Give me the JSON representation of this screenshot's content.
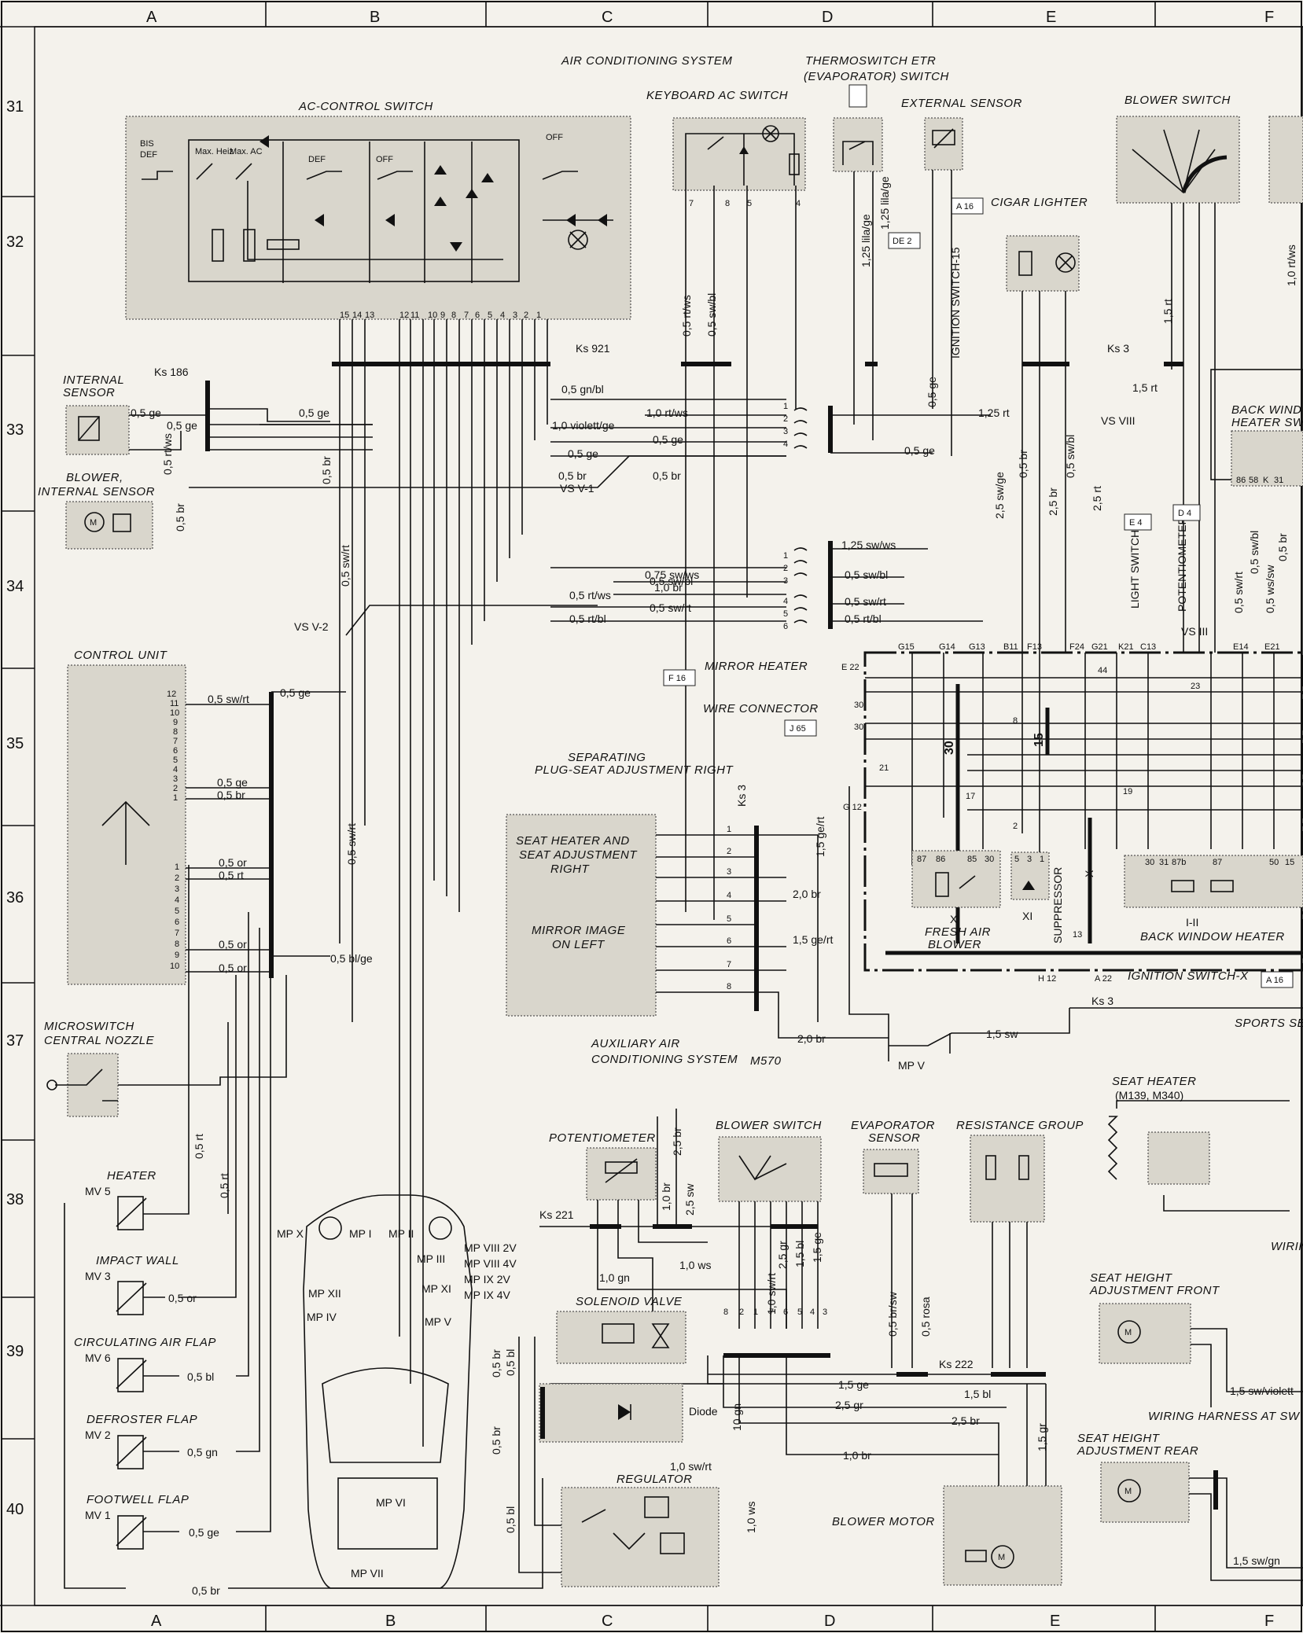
{
  "grid": {
    "columns": [
      "A",
      "B",
      "C",
      "D",
      "E",
      "F"
    ],
    "rows": [
      "31",
      "32",
      "33",
      "34",
      "35",
      "36",
      "37",
      "38",
      "39",
      "40"
    ]
  },
  "labels": {
    "air_conditioning_system": "AIR CONDITIONING SYSTEM",
    "thermoswitch": "THERMOSWITCH ETR",
    "evaporator_switch": "(EVAPORATOR) SWITCH",
    "ac_control_switch": "AC-CONTROL SWITCH",
    "keyboard_ac_switch": "KEYBOARD AC SWITCH",
    "external_sensor": "EXTERNAL SENSOR",
    "blower_switch_top": "BLOWER SWITCH",
    "cigar_lighter": "CIGAR LIGHTER",
    "internal_sensor_1": "INTERNAL",
    "internal_sensor_2": "SENSOR",
    "blower_internal_1": "BLOWER,",
    "blower_internal_2": "INTERNAL SENSOR",
    "control_unit": "CONTROL UNIT",
    "microswitch_1": "MICROSWITCH",
    "microswitch_2": "CENTRAL NOZZLE",
    "heater": "HEATER",
    "impact_wall": "IMPACT WALL",
    "circulating_air_flap": "CIRCULATING AIR FLAP",
    "defroster_flap": "DEFROSTER FLAP",
    "footwell_flap": "FOOTWELL FLAP",
    "mirror_heater": "MIRROR HEATER",
    "wire_connector": "WIRE CONNECTOR",
    "separating_1": "SEPARATING",
    "separating_2": "PLUG-SEAT ADJUSTMENT RIGHT",
    "seat_heater_1": "SEAT HEATER AND",
    "seat_heater_2": "SEAT ADJUSTMENT",
    "seat_heater_3": "RIGHT",
    "mirror_image_1": "MIRROR IMAGE",
    "mirror_image_2": "ON LEFT",
    "aux_ac_1": "AUXILIARY AIR",
    "aux_ac_2": "CONDITIONING SYSTEM",
    "aux_ac_code": "M570",
    "potentiometer": "POTENTIOMETER",
    "blower_switch_aux": "BLOWER SWITCH",
    "evaporator_1": "EVAPORATOR",
    "evaporator_2": "SENSOR",
    "resistance_group": "RESISTANCE GROUP",
    "solenoid_valve": "SOLENOID VALVE",
    "diode": "Diode",
    "regulator": "REGULATOR",
    "blower_motor": "BLOWER MOTOR",
    "seat_heater_m": "SEAT HEATER",
    "seat_heater_m_code": "(M139, M340)",
    "seat_height_front_1": "SEAT HEIGHT",
    "seat_height_front_2": "ADJUSTMENT FRONT",
    "seat_height_rear_1": "SEAT HEIGHT",
    "seat_height_rear_2": "ADJUSTMENT REAR",
    "wiring_harness": "WIRING HARNESS AT SW",
    "wirin": "WIRIN",
    "sports_se": "SPORTS SE",
    "ignition_switch_15": "IGNITION SWITCH-15",
    "ignition_switch_x": "IGNITION SWITCH-X",
    "light_switch": "LIGHT SWITCH",
    "potentiometer_v": "POTENTIOMETER",
    "fresh_air_1": "FRESH AIR",
    "fresh_air_2": "BLOWER",
    "back_window_heater": "BACK WINDOW HEATER",
    "back_wind_1": "BACK WIND",
    "back_wind_2": "HEATER SW",
    "suppressor": "SUPPRESSOR",
    "x_label": "X",
    "xi_label": "XI",
    "i_ii": "I-II"
  },
  "tags": {
    "a16_top": "A 16",
    "de2": "DE 2",
    "e4": "E 4",
    "d4": "D 4",
    "f16": "F 16",
    "j65": "J 65",
    "a16_bottom": "A 16"
  },
  "connectors": {
    "ks921": "Ks 921",
    "ks186": "Ks 186",
    "ks3_top": "Ks 3",
    "ks3_mid": "Ks 3",
    "ks3_v": "Ks 3",
    "ks221": "Ks 221",
    "ks222": "Ks 222",
    "vs_viii": "VS VIII",
    "vs_v1": "VS V-1",
    "vs_v2": "VS V-2",
    "vs_iii": "VS III",
    "mpv": "MP V"
  },
  "wires": {
    "w_05gnbl": "0,5 gn/bl",
    "w_10rtws": "1,0 rt/ws",
    "w_10violett": "1,0 violett/ge",
    "w_05ge_a": "0,5 ge",
    "w_05ge_b": "0,5 ge",
    "w_05br_a": "0,5 br",
    "w_05br_b": "0,5 br",
    "w_05ge_int1": "0,5 ge",
    "w_05ge_int2": "0,5 ge",
    "w_05ge_int3": "0,5 ge",
    "w_05rtws": "0,5 rt/ws",
    "w_05br_v": "0,5 br",
    "w_05br_int": "0,5 br",
    "w_05swrt_v": "0,5 sw/rt",
    "w_075swws": "0,75 sw/ws",
    "w_10br": "1,0 br",
    "w_05swbl": "0,5 sw/bl",
    "w_05rtws_b": "0,5 rt/ws",
    "w_05swrt_b": "0,5 sw/rt",
    "w_05rtbl": "0,5 rt/bl",
    "w_125swws": "1,25 sw/ws",
    "w_05swbl_b": "0,5 sw/bl",
    "w_05swrt_c": "0,5 sw/rt",
    "w_05rtbl_b": "0,5 rt/bl",
    "w_05rtws_v": "0,5 rt/ws",
    "w_05swbl_v": "0,5 sw/bl",
    "w_125lila": "1,25 lila/ge",
    "w_125lilage": "1,25 lila/ge",
    "w_125rt": "1,25 rt",
    "w_15rt": "1,5 rt",
    "w_15rt_v": "1,5 rt",
    "w_25swge": "2,5 sw/ge",
    "w_25br": "2,5 br",
    "w_05br_e": "0,5 br",
    "w_05swbl_e": "0,5 sw/bl",
    "w_25rt": "2,5 rt",
    "w_10rtws_f": "1,0 rt/ws",
    "w_05ge_cu": "0,5 ge",
    "w_05swrt_cu": "0,5 sw/rt",
    "w_05ge_cu2": "0,5 ge",
    "w_05br_cu": "0,5 br",
    "w_05or_a": "0,5 or",
    "w_05rt_cu": "0,5 rt",
    "w_05or_b": "0,5 or",
    "w_05blge": "0,5 bl/ge",
    "w_05or_c": "0,5 or",
    "w_05swrt_mid": "0,5 sw/rt",
    "w_05rt_h": "0,5 rt",
    "w_05rt_h2": "0,5 rt",
    "w_05or_iw": "0,5 or",
    "w_05bl_ca": "0,5 bl",
    "w_05gn_df": "0,5 gn",
    "w_05ge_fw": "0,5 ge",
    "w_05br_bot": "0,5 br",
    "w_15gert": "1,5 ge/rt",
    "w_20br": "2,0 br",
    "w_15gert_b": "1,5 ge/rt",
    "w_20br_b": "2,0 br",
    "w_15sw": "1,5 sw",
    "w_25br_v": "2,5 br",
    "w_25sw": "2,5 sw",
    "w_10gn": "1,0 gn",
    "w_10ws": "1,0 ws",
    "w_10br_p": "1,0 br",
    "w_10swrt": "1,0 sw/rt",
    "w_25gr": "2,5 gr",
    "w_15bl": "1,5 bl",
    "w_15ge": "1,5 ge",
    "w_05brsw": "0,5 br/sw",
    "w_05rosa": "0,5 rosa",
    "w_15ge_h": "1,5 ge",
    "w_15bl_h": "1,5 bl",
    "w_25gr_h": "2,5 gr",
    "w_25br_h": "2,5 br",
    "w_10br_h": "1,0 br",
    "w_15gr": "1,5 gr",
    "w_10gn_v": "10 gn",
    "w_10swrt_h": "1,0 sw/rt",
    "w_10ws_v": "1,0 ws",
    "w_05br_sv": "0,5 br",
    "w_05bl_sv": "0,5 bl",
    "w_05br_sv2": "0,5 br",
    "w_05bl_sv2": "0,5 bl",
    "w_15swviolett": "1,5 sw/violett",
    "w_15swgn": "1,5 sw/gn",
    "w_10rtws_top": "1,0 rt/ws",
    "w_05swrt_top": "0,5 sw/rt",
    "w_05ws_sw": "0,5 ws/sw",
    "w_05br_top": "0,5 br"
  },
  "valves": [
    "MV 5",
    "MV 3",
    "MV 6",
    "MV 2",
    "MV 1"
  ],
  "ground_points": {
    "mpx": "MP X",
    "mpi": "MP I",
    "mpii": "MP II",
    "mpiii": "MP III",
    "mpxii": "MP XII",
    "mpxi": "MP XI",
    "mpiv": "MP IV",
    "mpv": "MP V",
    "mpvi": "MP VI",
    "mpvii": "MP VII",
    "mpviii2": "MP VIII 2V",
    "mpviii4": "MP VIII 4V",
    "mpix2": "MP IX 2V",
    "mpix4": "MP IX 4V"
  },
  "ac_switch": {
    "bis_def": "BIS",
    "def_b": "DEF",
    "max_heiz": "Max. Heiz",
    "max_ac": "Max. AC",
    "def": "DEF",
    "off": "OFF",
    "off_r": "OFF",
    "pins": [
      "15",
      "14",
      "13",
      "12",
      "11",
      "10",
      "9",
      "8",
      "7",
      "6",
      "5",
      "4",
      "3",
      "2",
      "1"
    ]
  },
  "central_contacts": {
    "top": [
      "G15",
      "G14",
      "G13",
      "B11",
      "F13",
      "F24",
      "G21",
      "K21",
      "C13",
      "E14",
      "E21"
    ],
    "e22": "E 22",
    "g12": "G 12",
    "h12": "H 12",
    "a22": "A 22",
    "n44": "44",
    "n23": "23",
    "n8": "8",
    "n21": "21",
    "n17": "17",
    "n19": "19",
    "n2": "2",
    "n13": "13",
    "n30": "30",
    "n15": "15",
    "n30a": "30",
    "n30b": "30",
    "relay_x": [
      "87",
      "86",
      "85",
      "30"
    ],
    "relay_bwh": [
      "30",
      "31",
      "87b",
      "87"
    ],
    "bwh_pins": [
      "50",
      "15"
    ],
    "xi_pins": [
      "5",
      "3",
      "1"
    ],
    "bws_pins": [
      "86",
      "58",
      "K",
      "31"
    ]
  },
  "cu_pins_top": [
    "12",
    "11",
    "10",
    "9",
    "8",
    "7",
    "6",
    "5",
    "4",
    "3",
    "2",
    "1"
  ],
  "cu_pins_bot": [
    "1",
    "2",
    "3",
    "4",
    "5",
    "6",
    "7",
    "8",
    "9",
    "10"
  ]
}
